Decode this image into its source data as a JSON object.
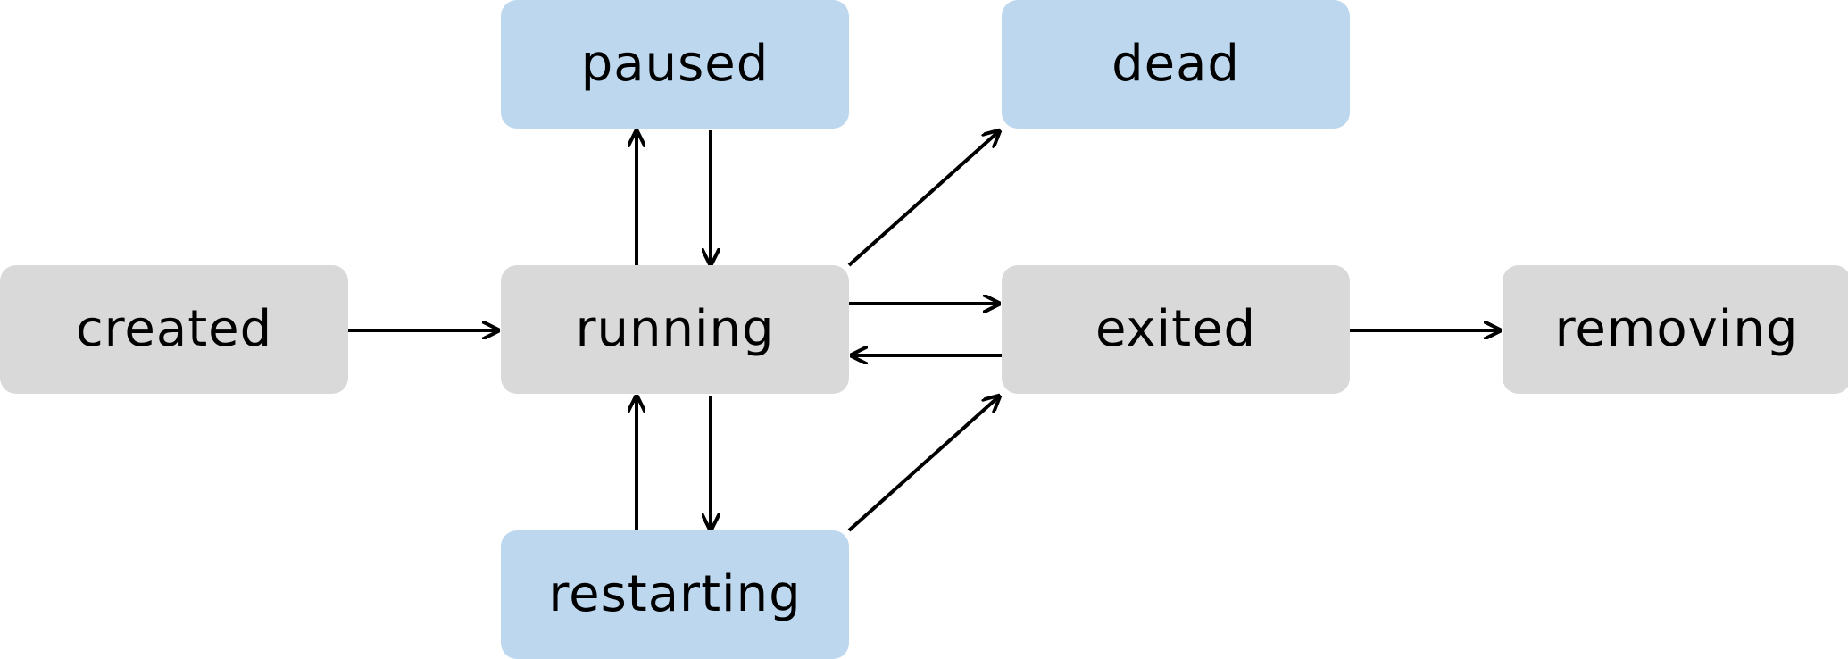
{
  "diagram": {
    "colors": {
      "gray_node": "#d9d9d9",
      "blue_node": "#bdd7ee",
      "arrow": "#000000"
    },
    "nodes": {
      "created": "created",
      "running": "running",
      "exited": "exited",
      "removing": "removing",
      "paused": "paused",
      "dead": "dead",
      "restarting": "restarting"
    },
    "edges": [
      {
        "from": "created",
        "to": "running"
      },
      {
        "from": "running",
        "to": "paused"
      },
      {
        "from": "paused",
        "to": "running"
      },
      {
        "from": "running",
        "to": "dead"
      },
      {
        "from": "running",
        "to": "exited"
      },
      {
        "from": "exited",
        "to": "running"
      },
      {
        "from": "exited",
        "to": "removing"
      },
      {
        "from": "restarting",
        "to": "running"
      },
      {
        "from": "running",
        "to": "restarting"
      },
      {
        "from": "restarting",
        "to": "exited"
      }
    ]
  }
}
